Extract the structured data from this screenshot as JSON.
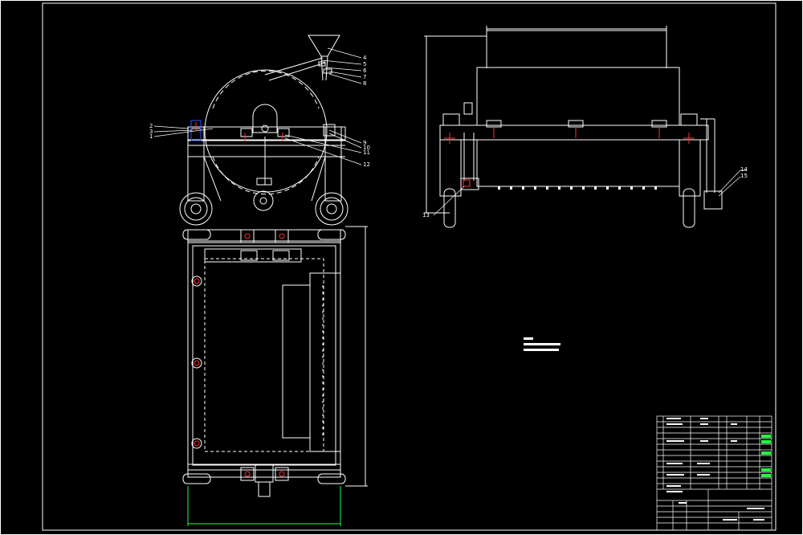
{
  "drawing": {
    "background": "#000000",
    "line_color": "#ffffff",
    "accent_red": "#ff3030",
    "accent_blue": "#3050ff",
    "accent_green": "#20ff40",
    "accent_magenta": "#ff40ff"
  },
  "side_view": {
    "part_numbers_right": [
      "4",
      "5",
      "6",
      "7",
      "8",
      "9",
      "10",
      "11",
      "12"
    ],
    "part_numbers_left": [
      "2",
      "3",
      "1"
    ]
  },
  "front_view": {
    "part_numbers": [
      "14",
      "15",
      "13"
    ]
  }
}
